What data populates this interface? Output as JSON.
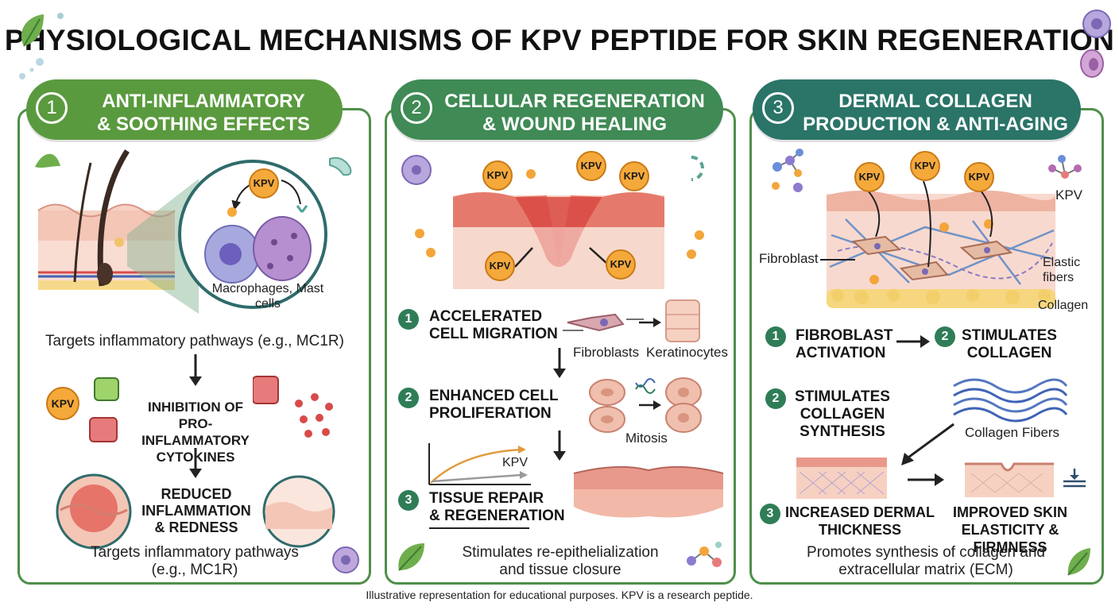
{
  "title": "PHYSIOLOGICAL MECHANISMS OF KPV PEPTIDE FOR SKIN REGENERATION",
  "footer": "Illustrative representation for educational purposes. KPV is a research peptide.",
  "colors": {
    "panel1": "#5a9a3e",
    "panel2": "#3f8a55",
    "panel3": "#2a7468",
    "border": "#4f8f4a",
    "accent_orange": "#f5a93b",
    "skin": "#f4c6b6",
    "inflamed": "#e2584f"
  },
  "panel1": {
    "number": "1",
    "title_line1": "ANTI-INFLAMMATORY",
    "title_line2": "& SOOTHING EFFECTS",
    "kpv_label": "KPV",
    "cells_label_line1": "Macrophages, Mast",
    "cells_label_line2": "cells",
    "targets_text": "Targets inflammatory pathways (e.g., MC1R)",
    "kpv_badge": "KPV",
    "inhibition_line1": "INHIBITION OF",
    "inhibition_line2": "PRO-INFLAMMATORY",
    "inhibition_line3": "CYTOKINES",
    "reduced_line1": "REDUCED",
    "reduced_line2": "INFLAMMATION",
    "reduced_line3": "& REDNESS",
    "caption_line1": "Targets inflammatory pathways",
    "caption_line2": "(e.g., MC1R)"
  },
  "panel2": {
    "number": "2",
    "title_line1": "CELLULAR REGENERATION",
    "title_line2": "& WOUND HEALING",
    "kpv_label": "KPV",
    "step1_num": "1",
    "step1_line1": "ACCELERATED",
    "step1_line2": "CELL MIGRATION",
    "fibroblasts_label": "Fibroblasts",
    "keratinocytes_label": "Keratinocytes",
    "step2_num": "2",
    "step2_line1": "ENHANCED CELL",
    "step2_line2": "PROLIFERATION",
    "mitosis_label": "Mitosis",
    "graph_kpv_label": "KPV",
    "step3_num": "3",
    "step3_line1": "TISSUE REPAIR",
    "step3_line2": "& REGENERATION",
    "caption_line1": "Stimulates re-epithelialization",
    "caption_line2": "and tissue closure"
  },
  "panel3": {
    "number": "3",
    "title_line1": "DERMAL COLLAGEN",
    "title_line2": "PRODUCTION & ANTI-AGING",
    "kpv_label": "KPV",
    "kpv_molecule_label": "KPV",
    "fibroblast_label": "Fibroblast",
    "elastic_line1": "Elastic",
    "elastic_line2": "fibers",
    "collagen_label": "Collagen",
    "s1_num": "1",
    "s1_line1": "FIBROBLAST",
    "s1_line2": "ACTIVATION",
    "s2a_num": "2",
    "s2a_line1": "STIMULATES",
    "s2a_line2": "COLLAGEN",
    "s2b_num": "2",
    "s2b_line1": "STIMULATES",
    "s2b_line2": "COLLAGEN",
    "s2b_line3": "SYNTHESIS",
    "collagen_fibers_label": "Collagen Fibers",
    "s3_num": "3",
    "s3_line1": "INCREASED DERMAL",
    "s3_line2": "THICKNESS",
    "improved_line1": "IMPROVED SKIN",
    "improved_line2": "ELASTICITY & FIRMNESS",
    "caption_line1": "Promotes synthesis of collagen and",
    "caption_line2": "extracellular matrix (ECM)"
  }
}
